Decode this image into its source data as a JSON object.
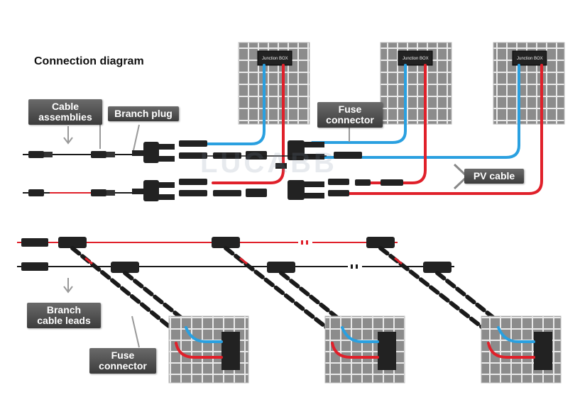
{
  "title": "Connection diagram",
  "labels": {
    "cable_assemblies": [
      "Cable",
      "assemblies"
    ],
    "branch_plug": "Branch plug",
    "fuse_connector_top": [
      "Fuse",
      "connector"
    ],
    "pv_cable": "PV cable",
    "branch_cable_leads": [
      "Branch",
      "cable leads"
    ],
    "fuse_connector_bottom": [
      "Fuse",
      "connector"
    ]
  },
  "junction_box_label": "Junction BOX",
  "watermark": "LUCABB",
  "colors": {
    "positive": "#e0202a",
    "negative": "#2aa0e0",
    "cable_black": "#1a1a1a",
    "panel_cell": "#8c8c8c",
    "label_bg": "#505050"
  }
}
